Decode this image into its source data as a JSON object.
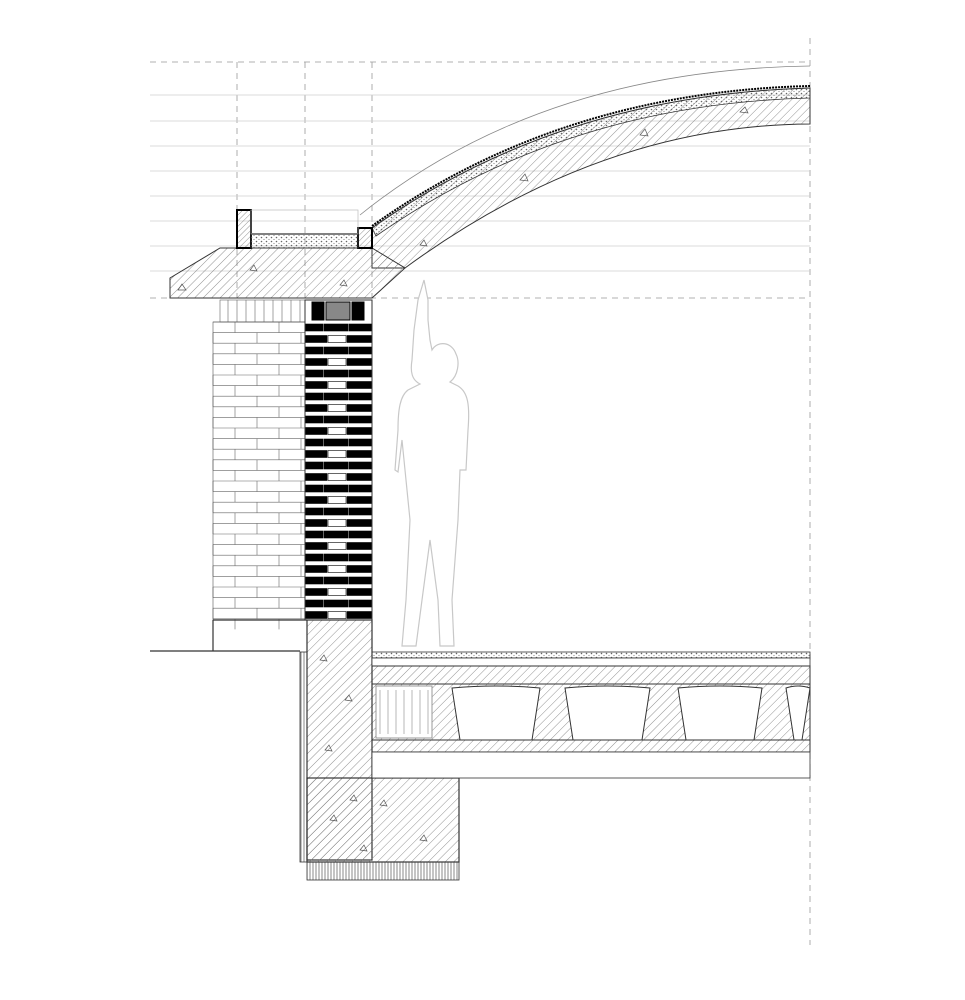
{
  "drawing": {
    "type": "architectural-section",
    "labels": [],
    "colors": {
      "line": "#333333",
      "light_line": "#bbbbbb",
      "hatch": "#555555",
      "brick_dark": "#000000",
      "brick_grey": "#888888",
      "figure_outline": "#cccccc",
      "background": "#ffffff"
    },
    "elements": [
      "vault-shell",
      "roof-edge-slab",
      "parapet-gutter",
      "brick-wall-outer",
      "brick-wall-inner-bond",
      "foundation-wall",
      "foundation-footing",
      "floor-slab",
      "floor-ribbed-beams",
      "human-figure",
      "ground-line"
    ]
  }
}
